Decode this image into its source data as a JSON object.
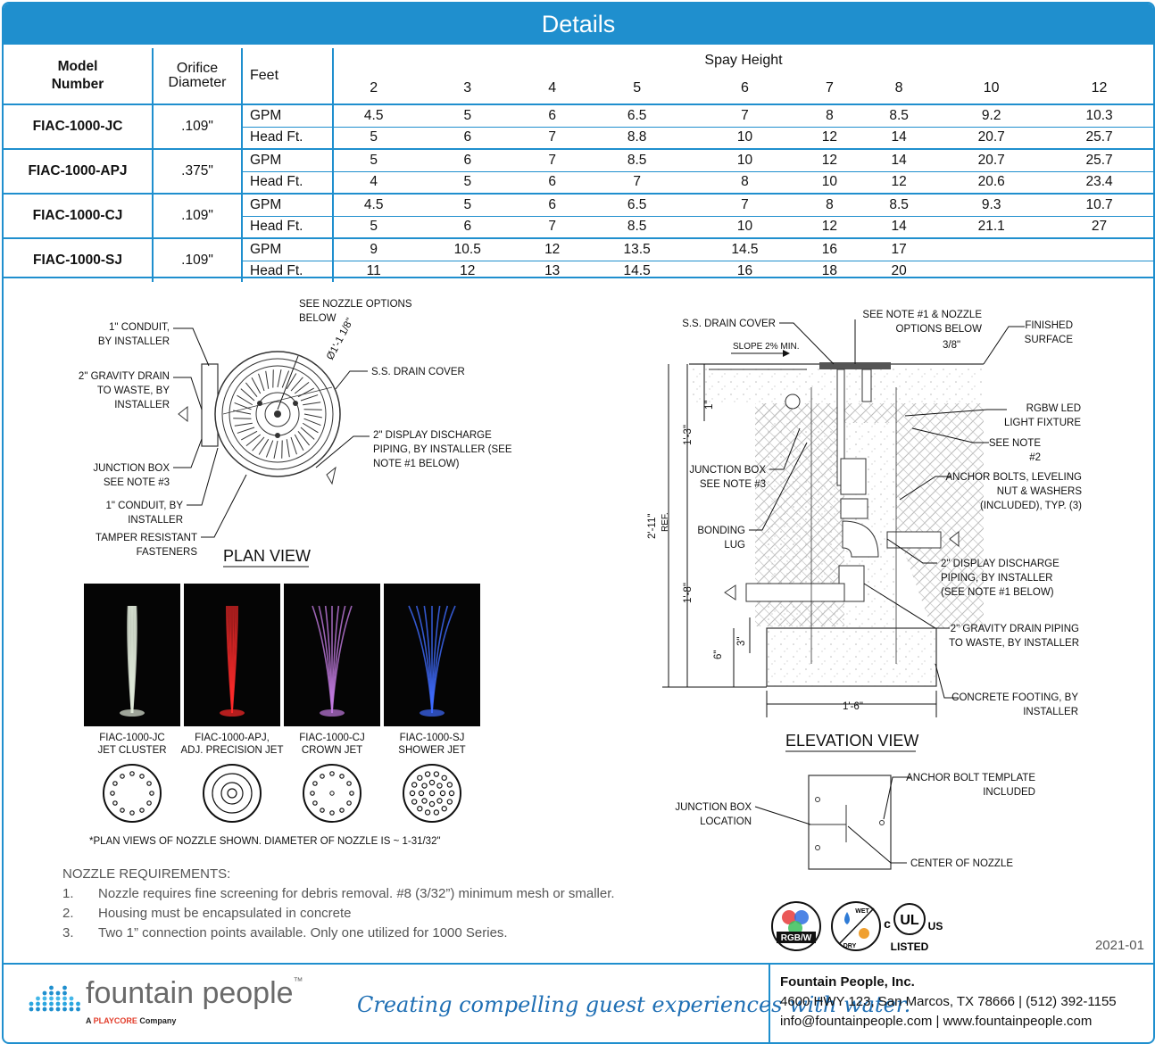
{
  "title": "Details",
  "table": {
    "col_model": "Model\nNumber",
    "col_orifice": "Orifice\nDiameter",
    "col_feet": "Feet",
    "col_spray_height": "Spay Height",
    "heights": [
      "2",
      "3",
      "4",
      "5",
      "6",
      "7",
      "8",
      "10",
      "12"
    ],
    "rows": [
      {
        "model": "FIAC-1000-JC",
        "orifice": ".109\"",
        "gpm_label": "GPM",
        "head_label": "Head Ft.",
        "gpm": [
          "4.5",
          "5",
          "6",
          "6.5",
          "7",
          "8",
          "8.5",
          "9.2",
          "10.3"
        ],
        "head": [
          "5",
          "6",
          "7",
          "8.8",
          "10",
          "12",
          "14",
          "20.7",
          "25.7"
        ]
      },
      {
        "model": "FIAC-1000-APJ",
        "orifice": ".375\"",
        "gpm_label": "GPM",
        "head_label": "Head Ft.",
        "gpm": [
          "5",
          "6",
          "7",
          "8.5",
          "10",
          "12",
          "14",
          "20.7",
          "25.7"
        ],
        "head": [
          "4",
          "5",
          "6",
          "7",
          "8",
          "10",
          "12",
          "20.6",
          "23.4"
        ]
      },
      {
        "model": "FIAC-1000-CJ",
        "orifice": ".109\"",
        "gpm_label": "GPM",
        "head_label": "Head Ft.",
        "gpm": [
          "4.5",
          "5",
          "6",
          "6.5",
          "7",
          "8",
          "8.5",
          "9.3",
          "10.7"
        ],
        "head": [
          "5",
          "6",
          "7",
          "8.5",
          "10",
          "12",
          "14",
          "21.1",
          "27"
        ]
      },
      {
        "model": "FIAC-1000-SJ",
        "orifice": ".109\"",
        "gpm_label": "GPM",
        "head_label": "Head Ft.",
        "gpm": [
          "9",
          "10.5",
          "12",
          "13.5",
          "14.5",
          "16",
          "17",
          "",
          ""
        ],
        "head": [
          "11",
          "12",
          "13",
          "14.5",
          "16",
          "18",
          "20",
          "",
          ""
        ]
      }
    ]
  },
  "plan_view": {
    "caption": "PLAN VIEW",
    "labels": {
      "see_nozzle": [
        "SEE NOZZLE OPTIONS",
        "BELOW"
      ],
      "conduit_top": [
        "1\" CONDUIT,",
        "BY INSTALLER"
      ],
      "gravity_drain": [
        "2\" GRAVITY DRAIN",
        "TO WASTE, BY",
        "INSTALLER"
      ],
      "drain_cover": "S.S. DRAIN COVER",
      "diameter": "Ø1'-1 1/8\"",
      "display_discharge": [
        "2\" DISPLAY DISCHARGE",
        "PIPING, BY INSTALLER (SEE",
        "NOTE #1 BELOW)"
      ],
      "junction_box": [
        "JUNCTION BOX",
        "SEE NOTE #3"
      ],
      "conduit_bottom": [
        "1\" CONDUIT, BY",
        "INSTALLER"
      ],
      "tamper": [
        "TAMPER RESISTANT",
        "FASTENERS"
      ]
    }
  },
  "nozzles": [
    {
      "model": "FIAC-1000-JC",
      "name": "JET CLUSTER",
      "color": "#dfe8d8"
    },
    {
      "model": "FIAC-1000-APJ,",
      "name": "ADJ. PRECISION JET",
      "color": "#ff2a2a"
    },
    {
      "model": "FIAC-1000-CJ",
      "name": "CROWN JET",
      "color": "#c27be0"
    },
    {
      "model": "FIAC-1000-SJ",
      "name": "SHOWER JET",
      "color": "#3f6bff"
    }
  ],
  "nozzle_note": "*PLAN VIEWS OF NOZZLE SHOWN. DIAMETER OF NOZZLE IS ~ 1-31/32\"",
  "elevation_view": {
    "caption": "ELEVATION VIEW",
    "labels": {
      "drain_cover": "S.S. DRAIN COVER",
      "see_note1": [
        "SEE NOTE #1 & NOZZLE",
        "OPTIONS BELOW"
      ],
      "finished_surface": [
        "FINISHED",
        "SURFACE"
      ],
      "slope": "SLOPE 2% MIN.",
      "three_eighths": "3/8\"",
      "rgbw_led": [
        "RGBW LED",
        "LIGHT FIXTURE"
      ],
      "see_note2": [
        "SEE NOTE",
        "#2"
      ],
      "junction_box": [
        "JUNCTION BOX",
        "SEE NOTE #3"
      ],
      "anchor_bolts": [
        "ANCHOR BOLTS, LEVELING",
        "NUT & WASHERS",
        "(INCLUDED), TYP. (3)"
      ],
      "bonding_lug": [
        "BONDING",
        "LUG"
      ],
      "display_discharge": [
        "2\" DISPLAY DISCHARGE",
        "PIPING, BY INSTALLER",
        "(SEE NOTE #1 BELOW)"
      ],
      "gravity_drain": [
        "2\" GRAVITY DRAIN PIPING",
        "TO WASTE, BY INSTALLER"
      ],
      "concrete_footing": [
        "CONCRETE FOOTING, BY",
        "INSTALLER"
      ],
      "dim_1in": "1\"",
      "dim_1_3": "1'-3\"",
      "dim_2_11": "2'-11\"",
      "dim_ref": "REF.",
      "dim_1_8": "1'-8\"",
      "dim_3in": "3\"",
      "dim_6in": "6\"",
      "dim_1_6": "1'-6\""
    }
  },
  "template": {
    "anchor_bolt": [
      "ANCHOR BOLT TEMPLATE",
      "INCLUDED"
    ],
    "junction_box": [
      "JUNCTION BOX",
      "LOCATION"
    ],
    "center": "CENTER OF NOZZLE"
  },
  "badges": {
    "rgbw": "RGB/W",
    "wet": "WET",
    "dry": "DRY",
    "ul_c": "c",
    "ul": "UL",
    "ul_us": "US",
    "listed": "LISTED"
  },
  "notes": {
    "heading": "NOZZLE REQUIREMENTS:",
    "items": [
      {
        "num": "1.",
        "text": "Nozzle requires fine screening for debris removal. #8 (3/32”) minimum mesh or smaller."
      },
      {
        "num": "2.",
        "text": "Housing must be encapsulated in concrete"
      },
      {
        "num": "3.",
        "text": "Two 1” connection points available. Only one utilized for 1000 Series."
      }
    ]
  },
  "version": "2021-01",
  "footer": {
    "brand": "fountain people",
    "brand_tm": "™",
    "brand_sub_a": "A ",
    "brand_sub_play": "PLAYCORE",
    "brand_sub_b": " Company",
    "tagline": "Creating compelling guest experiences with water.",
    "company": "Fountain People, Inc.",
    "address": "4600 HWY 123, San Marcos, TX 78666  |  (512) 392-1155",
    "contact": "info@fountainpeople.com  |  www.fountainpeople.com"
  },
  "colors": {
    "accent": "#1f8fce",
    "brand_red": "#e23c2a",
    "tagline": "#1f6fb4"
  }
}
